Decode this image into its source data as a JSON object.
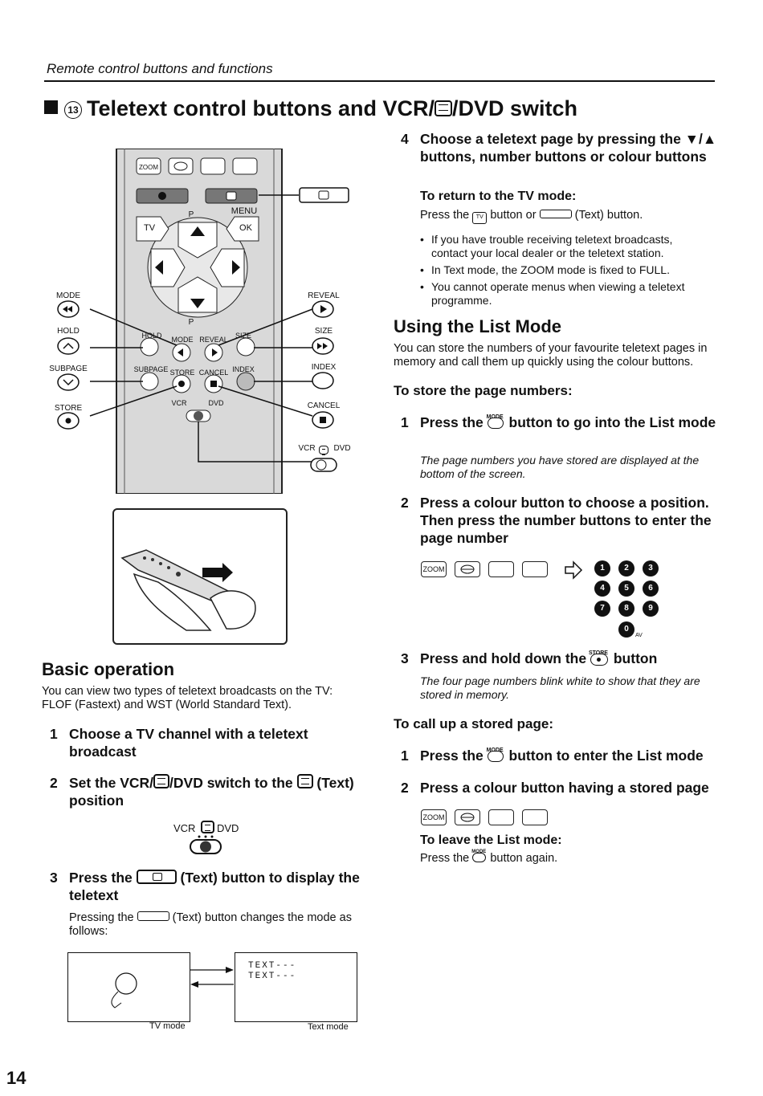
{
  "header": {
    "section": "Remote control buttons and functions"
  },
  "title": {
    "number": "13",
    "text": "Teletext control buttons and VCR/",
    "text_end": "/DVD switch"
  },
  "remote": {
    "top_buttons": [
      "ZOOM"
    ],
    "labels": {
      "p_up": "P",
      "menu": "MENU",
      "tv": "TV",
      "ok": "OK",
      "p_down": "P",
      "hold": "HOLD",
      "mode": "MODE",
      "reveal": "REVEAL",
      "size": "SIZE",
      "subpage": "SUBPAGE",
      "store": "STORE",
      "cancel": "CANCEL",
      "index": "INDEX",
      "vcr": "VCR",
      "dvd": "DVD"
    },
    "left_callouts": [
      "MODE",
      "HOLD",
      "SUBPAGE",
      "STORE"
    ],
    "right_callouts": [
      "REVEAL",
      "SIZE",
      "INDEX",
      "CANCEL"
    ],
    "switch_label_vcr": "VCR",
    "switch_label_dvd": "DVD"
  },
  "basic": {
    "heading": "Basic operation",
    "intro": "You can view two types of teletext broadcasts on the TV: FLOF (Fastext) and WST (World Standard Text).",
    "step1_num": "1",
    "step1": "Choose a TV channel with a teletext broadcast",
    "step2_num": "2",
    "step2_a": "Set the VCR/",
    "step2_b": "/DVD switch to the",
    "step2_c": "(Text) position",
    "switch_vcr": "VCR",
    "switch_dvd": "DVD",
    "step3_num": "3",
    "step3_a": "Press the",
    "step3_b": "(Text) button to display the teletext",
    "step3_note_a": "Pressing the",
    "step3_note_b": "(Text) button changes the mode as follows:",
    "tv_mode_label": "TV mode",
    "text_mode_label": "Text mode",
    "text_lines": [
      "TEXT---",
      "TEXT---"
    ]
  },
  "right": {
    "step4_num": "4",
    "step4": "Choose a teletext page by pressing the ▼/▲ buttons, number buttons or colour buttons",
    "return_heading": "To return to the TV mode:",
    "return_a": "Press the",
    "return_b": "button or",
    "return_c": "(Text) button.",
    "bullets": [
      "If you have trouble receiving teletext broadcasts, contact your local dealer or the teletext station.",
      "In Text mode, the ZOOM mode is fixed to FULL.",
      "You cannot operate menus when viewing a teletext programme."
    ],
    "list_heading": "Using the List Mode",
    "list_intro": "You can store the numbers of your favourite teletext pages in memory and call them up quickly using the colour buttons.",
    "store_heading": "To store the page numbers:",
    "s1_num": "1",
    "s1_a": "Press the",
    "s1_b": "button to go into the List mode",
    "s1_note": "The page numbers you have stored are displayed at the bottom of the screen.",
    "s2_num": "2",
    "s2": "Press a colour button to choose a position. Then press the number buttons to enter the page number",
    "s3_num": "3",
    "s3_a": "Press and hold down the",
    "s3_b": "button",
    "s3_note": "The four page numbers blink white to show that they are stored in memory.",
    "call_heading": "To call up a stored page:",
    "c1_num": "1",
    "c1_a": "Press the",
    "c1_b": "button to enter the List mode",
    "c2_num": "2",
    "c2": "Press a colour button having a stored page",
    "leave_heading": "To leave the List mode:",
    "leave_a": "Press the",
    "leave_b": "button again.",
    "mode_small": "MODE",
    "store_small": "STORE",
    "zoom": "ZOOM",
    "numbers": [
      "1",
      "2",
      "3",
      "4",
      "5",
      "6",
      "7",
      "8",
      "9",
      "0"
    ],
    "av": "AV"
  },
  "page_number": "14"
}
